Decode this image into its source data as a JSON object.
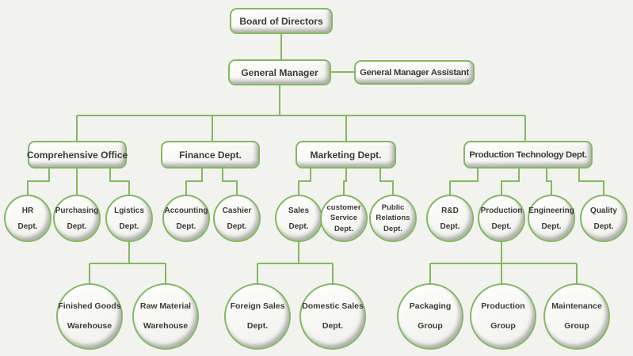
{
  "palette": {
    "line_green": "#83b961",
    "node_border_green": "#83b961",
    "node_fill": "#f6f6f2",
    "text_color": "#3b3b3b",
    "background": "#f2f2ee"
  },
  "nodes": {
    "board": {
      "label": "Board of Directors"
    },
    "general_manager": {
      "label": "General Manager"
    },
    "gm_assistant": {
      "label": "General Manager Assistant"
    },
    "departments": [
      {
        "label": "Comprehensive Office"
      },
      {
        "label": "Finance Dept."
      },
      {
        "label": "Marketing Dept."
      },
      {
        "label": "Production Technology Dept."
      }
    ],
    "units": [
      {
        "line1": "HR",
        "line2": "Dept."
      },
      {
        "line1": "Purchasing",
        "line2": "Dept."
      },
      {
        "line1": "Lgistics",
        "line2": "Dept."
      },
      {
        "line1": "Accounting",
        "line2": "Dept."
      },
      {
        "line1": "Cashier",
        "line2": "Dept."
      },
      {
        "line1": "Sales",
        "line2": "Dept."
      },
      {
        "line1": "customer",
        "line2": "Service",
        "line3": "Dept."
      },
      {
        "line1": "Public",
        "line2": "Relations",
        "line3": "Dept."
      },
      {
        "line1": "R&D",
        "line2": "Dept."
      },
      {
        "line1": "Production",
        "line2": "Dept."
      },
      {
        "line1": "Engineering",
        "line2": "Dept."
      },
      {
        "line1": "Quality",
        "line2": "Dept."
      }
    ],
    "subunits": [
      {
        "line1": "Finished Goods",
        "line2": "Warehouse"
      },
      {
        "line1": "Raw Material",
        "line2": "Warehouse"
      },
      {
        "line1": "Foreign Sales",
        "line2": "Dept."
      },
      {
        "line1": "Domestic Sales",
        "line2": "Dept."
      },
      {
        "line1": "Packaging",
        "line2": "Group"
      },
      {
        "line1": "Production",
        "line2": "Group"
      },
      {
        "line1": "Maintenance",
        "line2": "Group"
      }
    ]
  }
}
